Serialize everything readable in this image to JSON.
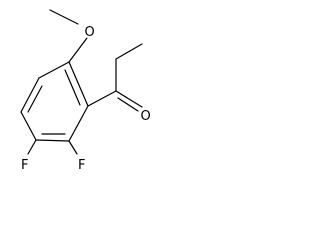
{
  "molecule": {
    "atoms": {
      "methoxy_oxygen": "O",
      "carbonyl_oxygen": "O",
      "fluorine_2": "F",
      "fluorine_3": "F"
    },
    "colors": {
      "bond": "#000000",
      "label": "#000000",
      "background": "#ffffff"
    }
  }
}
